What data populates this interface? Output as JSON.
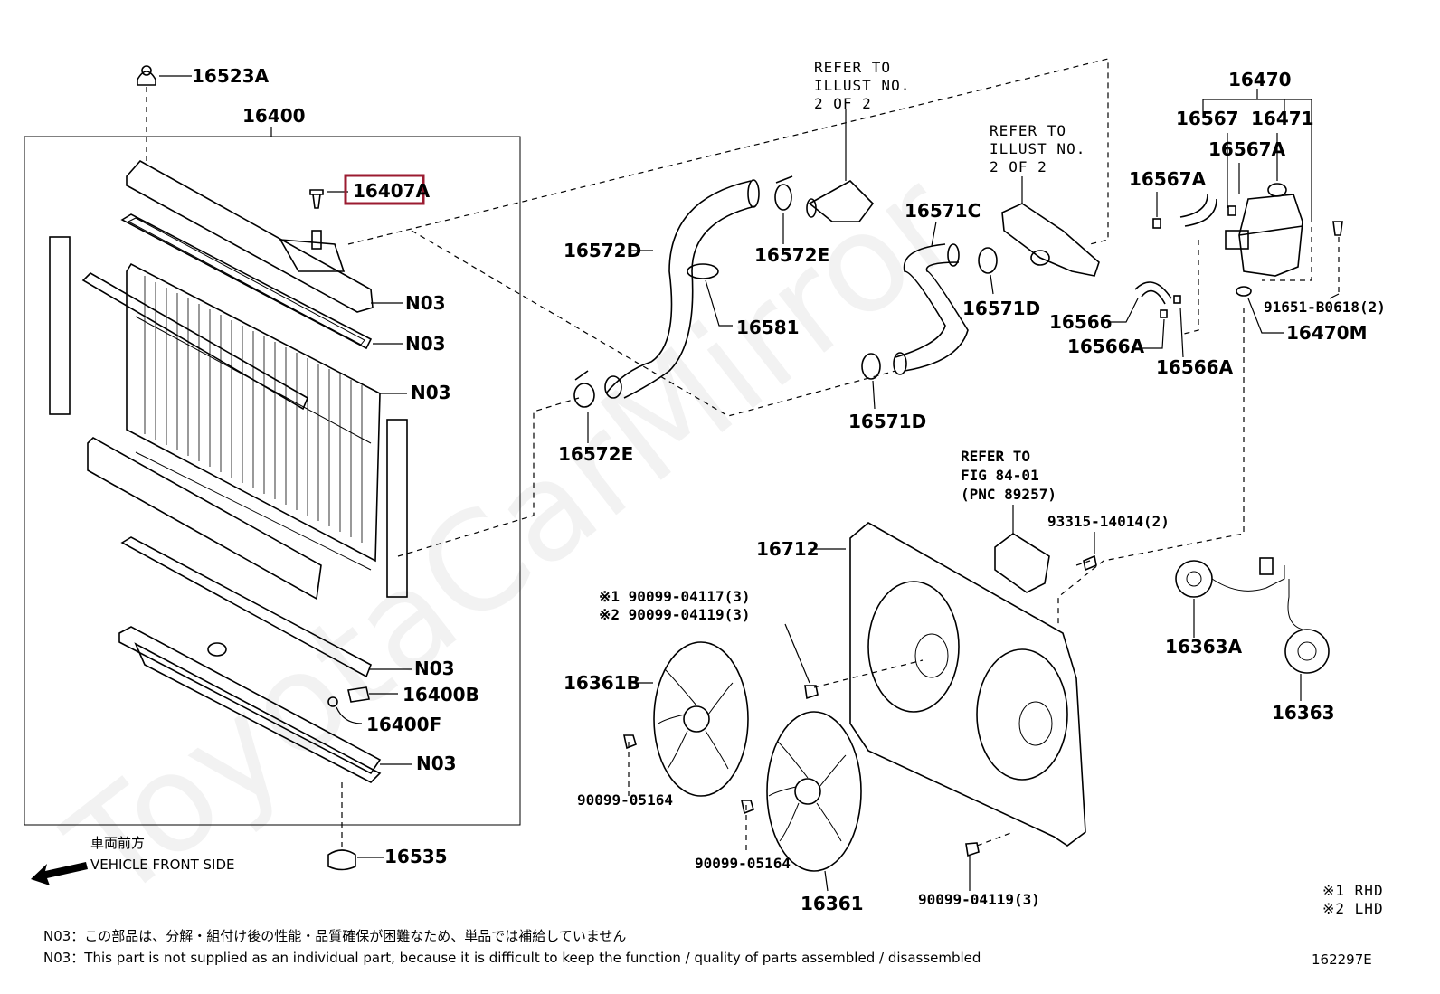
{
  "watermark": "ToyotaCarMirror",
  "labels": {
    "p16523A": "16523A",
    "p16400": "16400",
    "p16407A": "16407A",
    "n03_1": "N03",
    "n03_2": "N03",
    "n03_3": "N03",
    "n03_4": "N03",
    "n03_5": "N03",
    "p16400B": "16400B",
    "p16400F": "16400F",
    "p16535": "16535",
    "p16572D": "16572D",
    "p16572E_top": "16572E",
    "p16572E_bot": "16572E",
    "p16581": "16581",
    "p16571C": "16571C",
    "p16571D_top": "16571D",
    "p16571D_bot": "16571D",
    "p16470": "16470",
    "p16567": "16567",
    "p16471": "16471",
    "p16567A_1": "16567A",
    "p16567A_2": "16567A",
    "p16566": "16566",
    "p16566A_1": "16566A",
    "p16566A_2": "16566A",
    "p91651": "91651-B0618(2)",
    "p16470M": "16470M",
    "p16712": "16712",
    "p93315": "93315-14014(2)",
    "p16361B": "16361B",
    "p16361": "16361",
    "p16363A": "16363A",
    "p16363": "16363",
    "p90099_05164_a": "90099-05164",
    "p90099_05164_b": "90099-05164",
    "p90099_04119_bot": "90099-04119(3)",
    "bolt_rhd": "※1  90099-04117(3)",
    "bolt_lhd": "※2  90099-04119(3)"
  },
  "refs": {
    "illust1_l1": "REFER TO",
    "illust1_l2": "ILLUST NO.",
    "illust1_l3": "2 OF 2",
    "illust2_l1": "REFER TO",
    "illust2_l2": "ILLUST NO.",
    "illust2_l3": "2 OF 2",
    "fig_l1": "REFER TO",
    "fig_l2": "FIG 84-01",
    "fig_l3": "(PNC 89257)"
  },
  "direction": {
    "jp": "車両前方",
    "en": "VEHICLE FRONT SIDE"
  },
  "legend": {
    "rhd": "※1 RHD",
    "lhd": "※2 LHD"
  },
  "notes": {
    "jp": "N03：この部品は、分解・組付け後の性能・品質確保が困難なため、単品では補給していません",
    "en": "N03：This part is not supplied as an individual part, because it is difficult to keep the function / quality of parts assembled / disassembled"
  },
  "figure_code": "162297E",
  "highlight_color": "#9b1b30"
}
